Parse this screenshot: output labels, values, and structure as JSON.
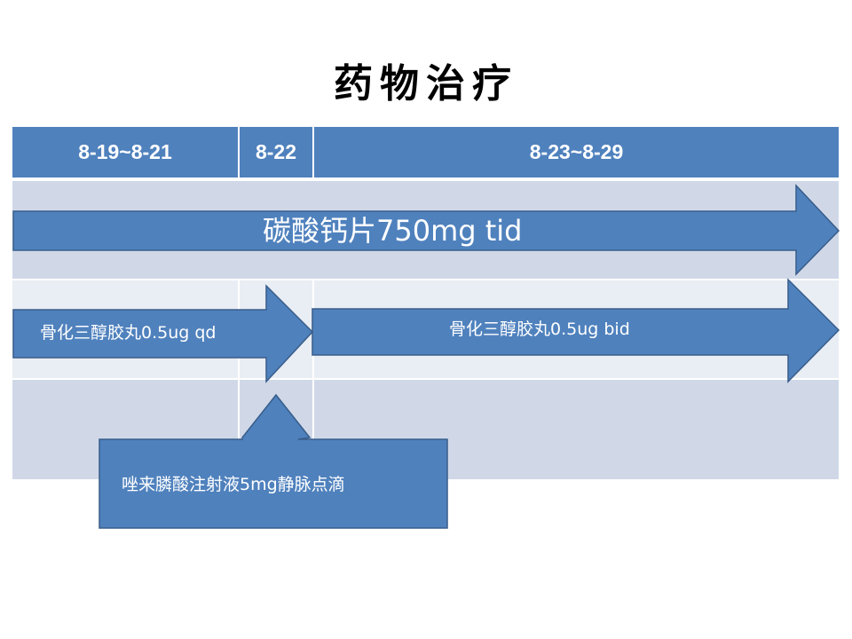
{
  "slide": {
    "title": "药物治疗"
  },
  "table": {
    "headers": [
      "8-19~8-21",
      "8-22",
      "8-23~8-29"
    ]
  },
  "arrows": {
    "calcium_carbonate": "碳酸钙片750mg tid",
    "calcitriol_qd": "骨化三醇胶丸0.5ug qd",
    "calcitriol_bid": "骨化三醇胶丸0.5ug bid",
    "zoledronic": "唑来膦酸注射液5mg静脉点滴"
  },
  "colors": {
    "header": "#4f81bd",
    "row_a": "#d0d8e8",
    "row_b": "#e9edf4",
    "arrow_fill": "#4f81bd",
    "arrow_stroke": "#385d8a"
  }
}
